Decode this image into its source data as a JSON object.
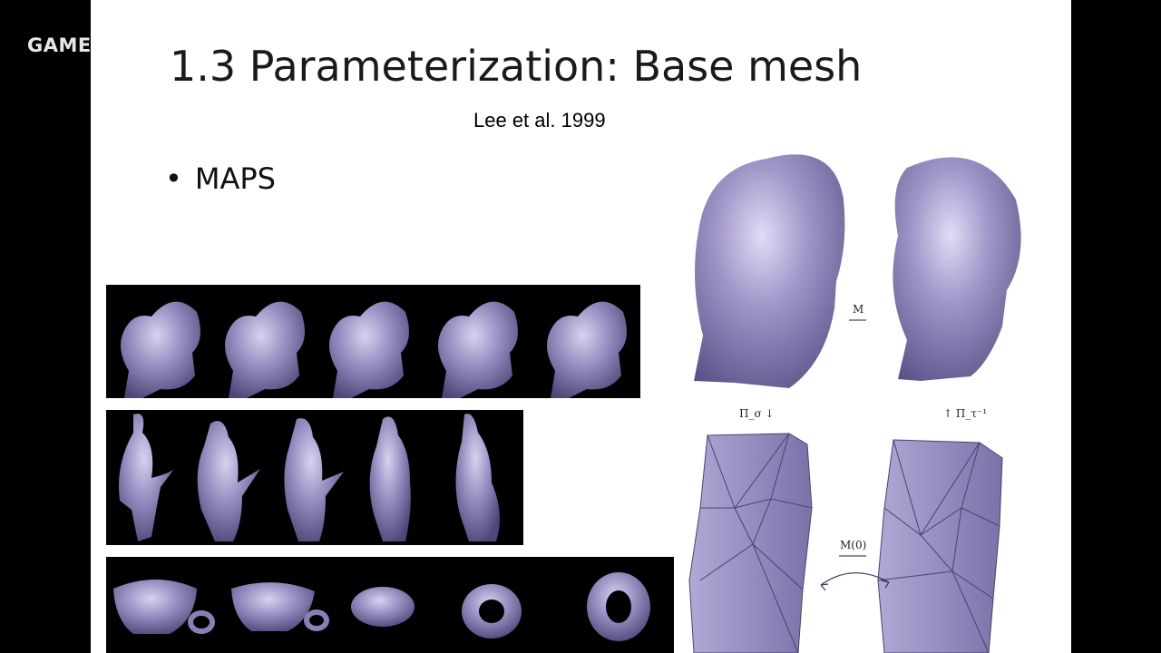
{
  "watermark": "GAME",
  "slide": {
    "title": "1.3 Parameterization: Base mesh",
    "citation": "Lee et al. 1999",
    "bullets": [
      "MAPS"
    ]
  },
  "figure": {
    "map_label": "M",
    "map0_label": "M(0)",
    "pi_left": "Π_σ ↓",
    "pi_right": "↑ Π_τ⁻¹"
  },
  "colors": {
    "mesh": "#9a8fc2",
    "mesh_shadow": "#5e5488",
    "background": "#ffffff",
    "strip_bg": "#000000"
  },
  "icons": [
    "head-mesh-icon",
    "bunny-mesh-icon",
    "cup-mesh-icon",
    "torus-mesh-icon",
    "base-mesh-icon"
  ]
}
